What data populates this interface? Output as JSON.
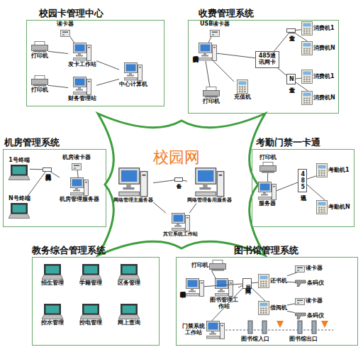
{
  "diagram": {
    "nodes": [
      {
        "text": [
          "校园卡管理中心"
        ]
      },
      {
        "text": [
          "读卡器"
        ],
        "in": 0
      },
      {
        "text": [
          "打印机"
        ],
        "in": 0
      },
      {
        "text": [
          "发卡工作站"
        ],
        "in": 0
      },
      {
        "text": [
          "中心计算机"
        ],
        "in": 0
      },
      {
        "text": [
          "打印机"
        ],
        "in": 0
      },
      {
        "text": [
          "财务管理站"
        ],
        "in": 0
      },
      {
        "text": [
          "收费管理系统"
        ]
      },
      {
        "text": [
          "USB读卡器"
        ],
        "in": 7
      },
      {
        "text": [
          "消费管理服务器"
        ],
        "in": 7
      },
      {
        "text": [
          "打印机"
        ],
        "in": 7
      },
      {
        "text": [
          "充值机"
        ],
        "in": 7
      },
      {
        "text": [
          "485通讯网卡"
        ],
        "in": 7
      },
      {
        "text": [
          "一食堂"
        ],
        "in": 7
      },
      {
        "text": [
          "N食堂"
        ],
        "in": 7
      },
      {
        "text": [
          "消费机1"
        ],
        "in": 7
      },
      {
        "text": [
          "消费机N"
        ],
        "in": 7
      },
      {
        "text": [
          "消费机1"
        ],
        "in": 7
      },
      {
        "text": [
          "消费机N"
        ],
        "in": 7
      },
      {
        "text": [
          "机房管理系统"
        ]
      },
      {
        "text": [
          "1号终端"
        ],
        "in": 19
      },
      {
        "text": [
          "N号终端"
        ],
        "in": 19
      },
      {
        "text": [
          "机房局域网"
        ],
        "in": 19
      },
      {
        "text": [
          "机房读卡器"
        ],
        "in": 19
      },
      {
        "text": [
          "机房管理服务器"
        ],
        "in": 19
      },
      {
        "text": [
          "校园网"
        ]
      },
      {
        "text": [
          "网络管理主服务器"
        ],
        "in": 25
      },
      {
        "text": [
          "备份"
        ],
        "in": 25
      },
      {
        "text": [
          "网络管理备用服务器"
        ],
        "in": 25
      },
      {
        "text": [
          "其它系统工作站"
        ],
        "in": 25
      },
      {
        "text": [
          "考勤门禁一卡通"
        ]
      },
      {
        "text": [
          "打印机"
        ],
        "in": 30
      },
      {
        "text": [
          "服务器"
        ],
        "in": 30
      },
      {
        "text": [
          "485通讯"
        ],
        "in": 30
      },
      {
        "text": [
          "考勤机1"
        ],
        "in": 30
      },
      {
        "text": [
          "考勤机N"
        ],
        "in": 30
      },
      {
        "text": [
          "教务综合管理系统"
        ]
      },
      {
        "text": [
          "招生管理"
        ],
        "in": 36
      },
      {
        "text": [
          "学籍管理"
        ],
        "in": 36
      },
      {
        "text": [
          "区务管理"
        ],
        "in": 36
      },
      {
        "text": [
          "控水管理"
        ],
        "in": 36
      },
      {
        "text": [
          "控电管理"
        ],
        "in": 36
      },
      {
        "text": [
          "网上查询"
        ],
        "in": 36
      },
      {
        "text": [
          "图书馆管理系统"
        ]
      },
      {
        "text": [
          "打印机"
        ],
        "in": 43
      },
      {
        "text": [
          "图书管理服务器"
        ],
        "in": 43
      },
      {
        "text": [
          "图书管理工作站"
        ],
        "in": 43
      },
      {
        "text": [
          "局域网"
        ],
        "in": 43
      },
      {
        "text": [
          "读卡器"
        ],
        "in": 43
      },
      {
        "text": [
          "还书机"
        ],
        "in": 43
      },
      {
        "text": [
          "读卡器"
        ],
        "in": 43
      },
      {
        "text": [
          "借阅机"
        ],
        "in": 43
      },
      {
        "text": [
          "条码仪"
        ],
        "in": 43
      },
      {
        "text": [
          "条码仪"
        ],
        "in": 43
      },
      {
        "text": [
          "门禁系统工作站"
        ],
        "in": 43
      }
    ],
    "edges": [
      {
        "from": 1,
        "to": 3,
        "arrow": "none"
      },
      {
        "from": 2,
        "to": 3,
        "arrow": "none"
      },
      {
        "from": 3,
        "to": 4,
        "arrow": "none"
      },
      {
        "from": 5,
        "to": 6,
        "arrow": "none"
      },
      {
        "from": 6,
        "to": 4,
        "arrow": "none"
      },
      {
        "from": 8,
        "to": 9,
        "arrow": "none"
      },
      {
        "from": 9,
        "to": 10,
        "arrow": "none"
      },
      {
        "from": 9,
        "to": 11,
        "arrow": "none"
      },
      {
        "from": 9,
        "to": 12,
        "arrow": "none"
      },
      {
        "from": 12,
        "to": 13,
        "arrow": "none"
      },
      {
        "from": 12,
        "to": 14,
        "arrow": "none"
      },
      {
        "from": 13,
        "to": 15,
        "arrow": "none"
      },
      {
        "from": 13,
        "to": 16,
        "arrow": "none"
      },
      {
        "from": 14,
        "to": 17,
        "arrow": "none"
      },
      {
        "from": 14,
        "to": 18,
        "arrow": "none"
      },
      {
        "from": 20,
        "to": 22,
        "arrow": "none"
      },
      {
        "from": 21,
        "to": 22,
        "arrow": "none"
      },
      {
        "from": 22,
        "to": 24,
        "arrow": "none"
      },
      {
        "from": 23,
        "to": 24,
        "arrow": "none"
      },
      {
        "from": 26,
        "to": 27,
        "arrow": "none"
      },
      {
        "from": 27,
        "to": 28,
        "arrow": "none"
      },
      {
        "from": 26,
        "to": 29,
        "arrow": "none"
      },
      {
        "from": 28,
        "to": 29,
        "arrow": "none"
      },
      {
        "from": 31,
        "to": 32,
        "arrow": "none"
      },
      {
        "from": 32,
        "to": 33,
        "arrow": "none"
      },
      {
        "from": 33,
        "to": 34,
        "arrow": "none"
      },
      {
        "from": 33,
        "to": 35,
        "arrow": "none"
      },
      {
        "from": 44,
        "to": 46,
        "arrow": "none"
      },
      {
        "from": 45,
        "to": 47,
        "arrow": "none"
      },
      {
        "from": 46,
        "to": 47,
        "arrow": "none"
      },
      {
        "from": 54,
        "to": 47,
        "arrow": "none"
      },
      {
        "from": 47,
        "to": 49,
        "arrow": "none"
      },
      {
        "from": 47,
        "to": 51,
        "arrow": "none"
      },
      {
        "from": 49,
        "to": 48,
        "arrow": "none"
      },
      {
        "from": 49,
        "to": 52,
        "arrow": "none"
      },
      {
        "from": 51,
        "to": 50,
        "arrow": "none"
      },
      {
        "from": 51,
        "to": 53,
        "arrow": "none"
      }
    ],
    "labels": [
      "图书馆入口",
      "图书馆出口"
    ]
  }
}
